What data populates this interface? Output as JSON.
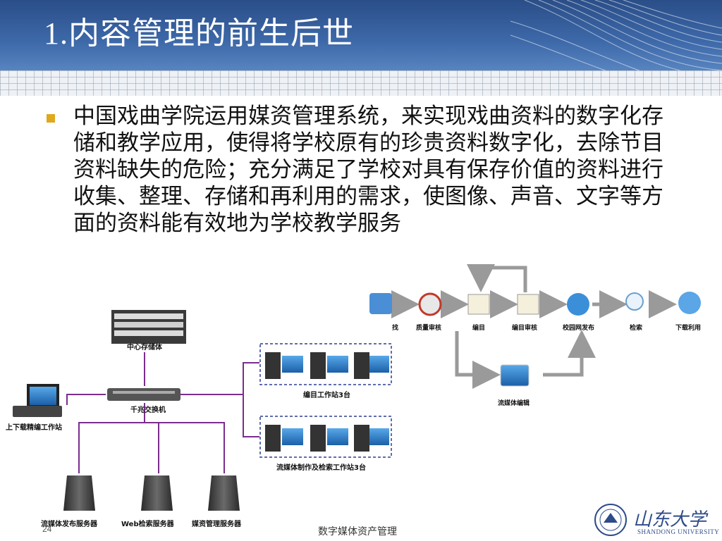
{
  "slide": {
    "title_num": "1.",
    "title_text": "内容管理的前生后世",
    "bullet": "中国戏曲学院运用媒资管理系统，来实现戏曲资料的数字化存储和教学应用，使得将学校原有的珍贵资料数字化，去除节目资料缺失的危险；充分满足了学校对具有保存价值的资料进行收集、整理、存储和再利用的需求，使图像、声音、文字等方面的资料能有效地为学校教学服务",
    "page_number": "24",
    "footer": "数字媒体资产管理"
  },
  "network": {
    "center_storage": "中心存储体",
    "switch": "千兆交换机",
    "upload_station": "上下载精编工作站",
    "catalog_group": "编目工作站3台",
    "stream_group": "流媒体制作及检索工作站3台",
    "servers": [
      "流媒体发布服务器",
      "Web检索服务器",
      "媒资管理服务器"
    ]
  },
  "workflow": {
    "steps": [
      "找",
      "质量审核",
      "编目",
      "编目审核",
      "校园网发布",
      "检索",
      "下载利用"
    ],
    "branch": "流媒体编辑"
  },
  "logo": {
    "name_cn": "山东大学",
    "name_en": "SHANDONG UNIVERSITY"
  },
  "colors": {
    "header": "#2a4e88",
    "bullet": "#e0a81c",
    "network_line": "#7b2d8e",
    "logo": "#2e4b8a"
  }
}
